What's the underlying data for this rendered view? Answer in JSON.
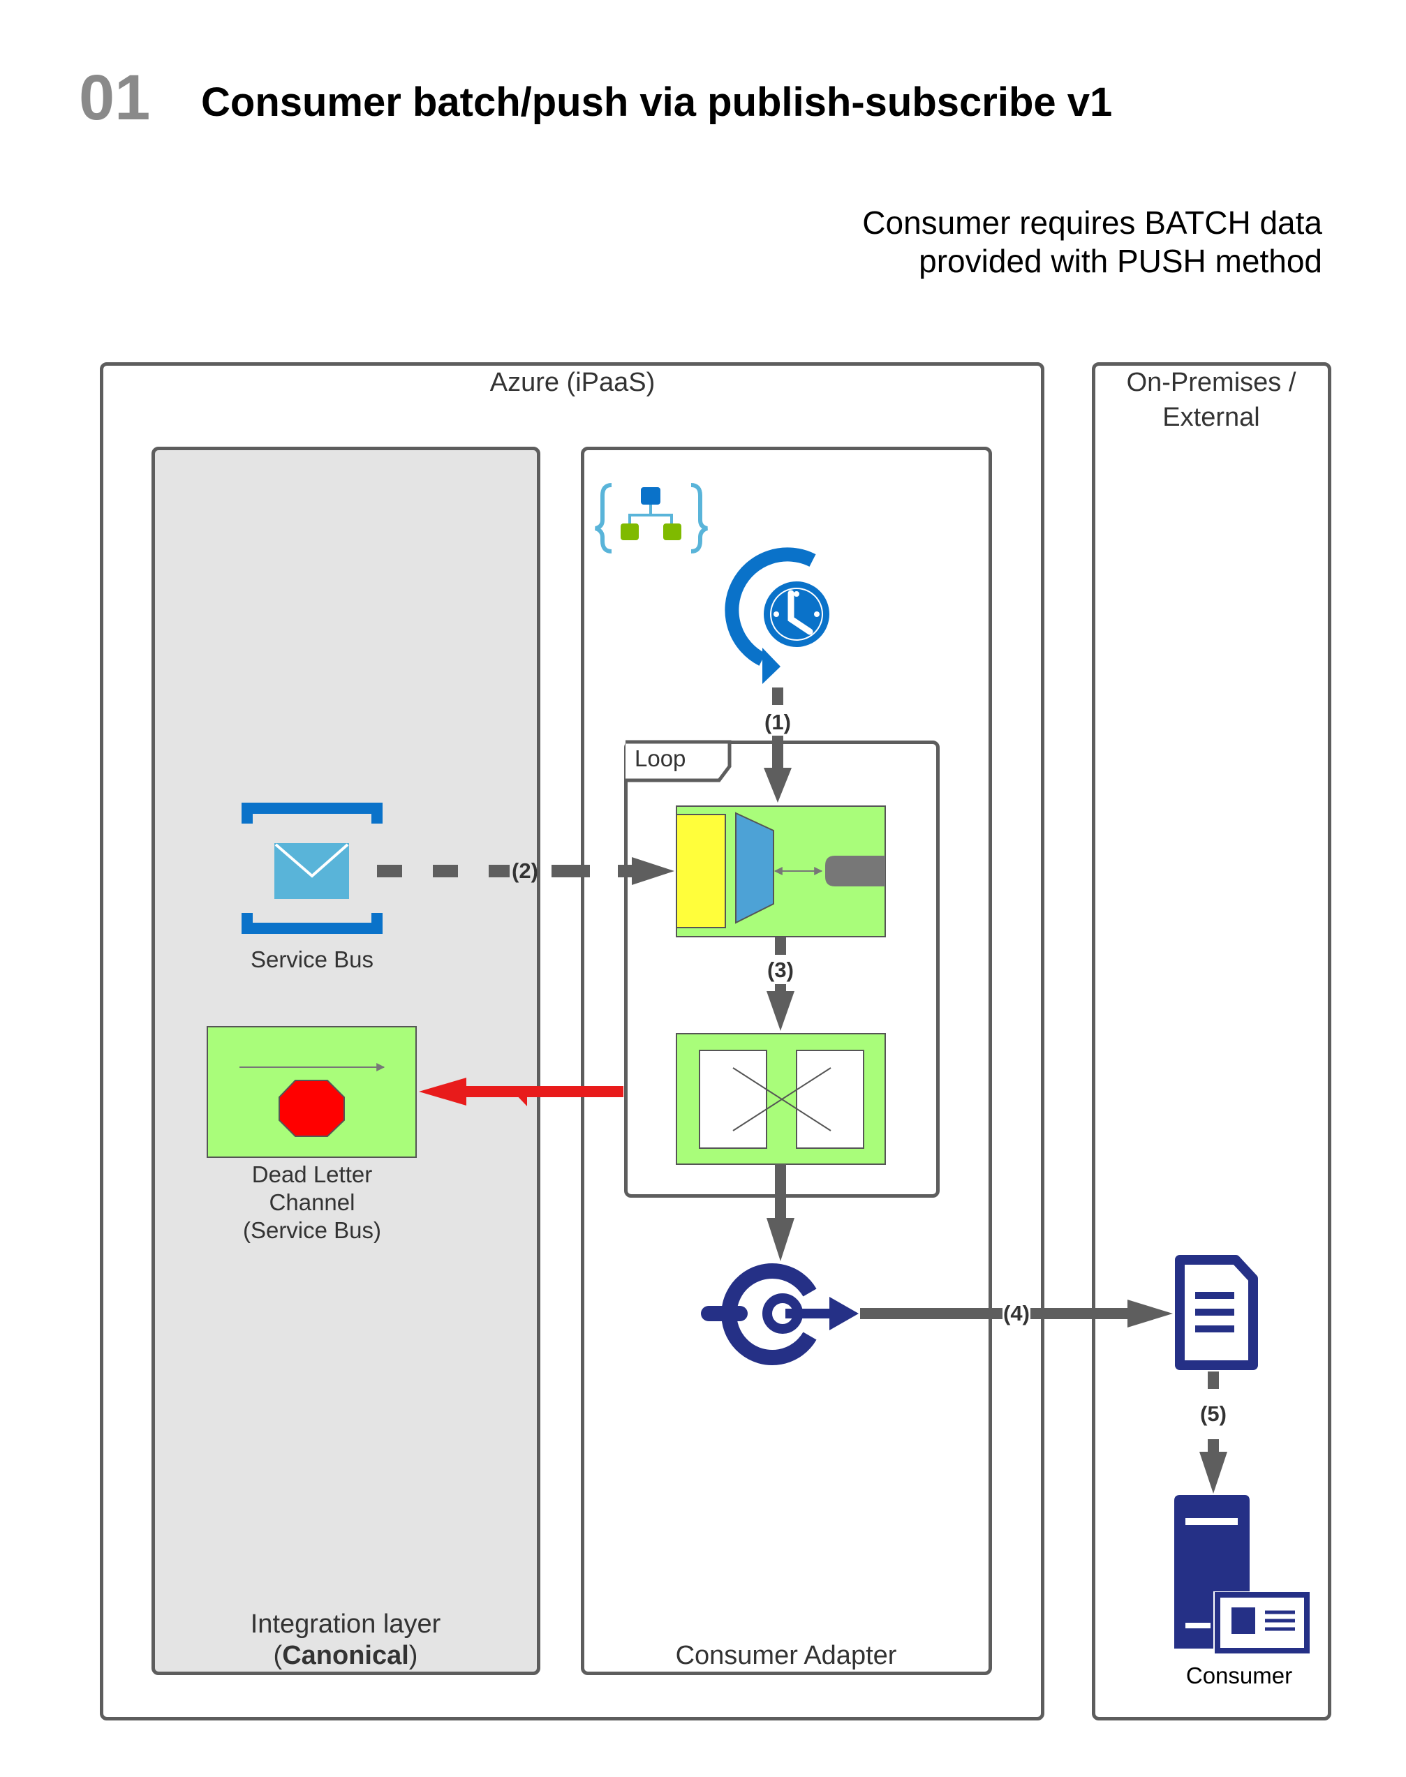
{
  "header": {
    "number": "01",
    "title": "Consumer batch/push via publish-subscribe v1",
    "requirement_line1": "Consumer requires BATCH data",
    "requirement_line2": "provided with PUSH method"
  },
  "zones": {
    "azure": "Azure (iPaaS)",
    "onprem_line1": "On-Premises /",
    "onprem_line2": "External"
  },
  "integration_layer": {
    "label_line1": "Integration layer",
    "label_open": "(",
    "label_bold": "Canonical",
    "label_close": ")"
  },
  "consumer_adapter": {
    "label": "Consumer Adapter",
    "loop_label": "Loop"
  },
  "components": {
    "service_bus": "Service Bus",
    "dead_letter_line1": "Dead Letter",
    "dead_letter_line2": "Channel",
    "dead_letter_line3": "(Service Bus)",
    "consumer": "Consumer"
  },
  "steps": [
    "(1)",
    "(2)",
    "(3)",
    "(4)",
    "(5)"
  ],
  "icons": {
    "logic_app": "logic-app-icon",
    "scheduler": "clock-recurrence-icon",
    "service_bus": "service-bus-envelope-icon",
    "receiver": "message-receiver-icon",
    "transformer": "message-translator-icon",
    "dead_letter": "stop-sign-icon",
    "connector": "api-connector-icon",
    "file": "document-icon",
    "consumer": "server-icon"
  },
  "colors": {
    "border": "#5d5d5d",
    "shaded": "#e4e4e4",
    "green": "#a9fd7a",
    "blue": "#0a72c9",
    "navy": "#253086",
    "red": "#e81b1b",
    "arrow": "#5e5e5e"
  }
}
